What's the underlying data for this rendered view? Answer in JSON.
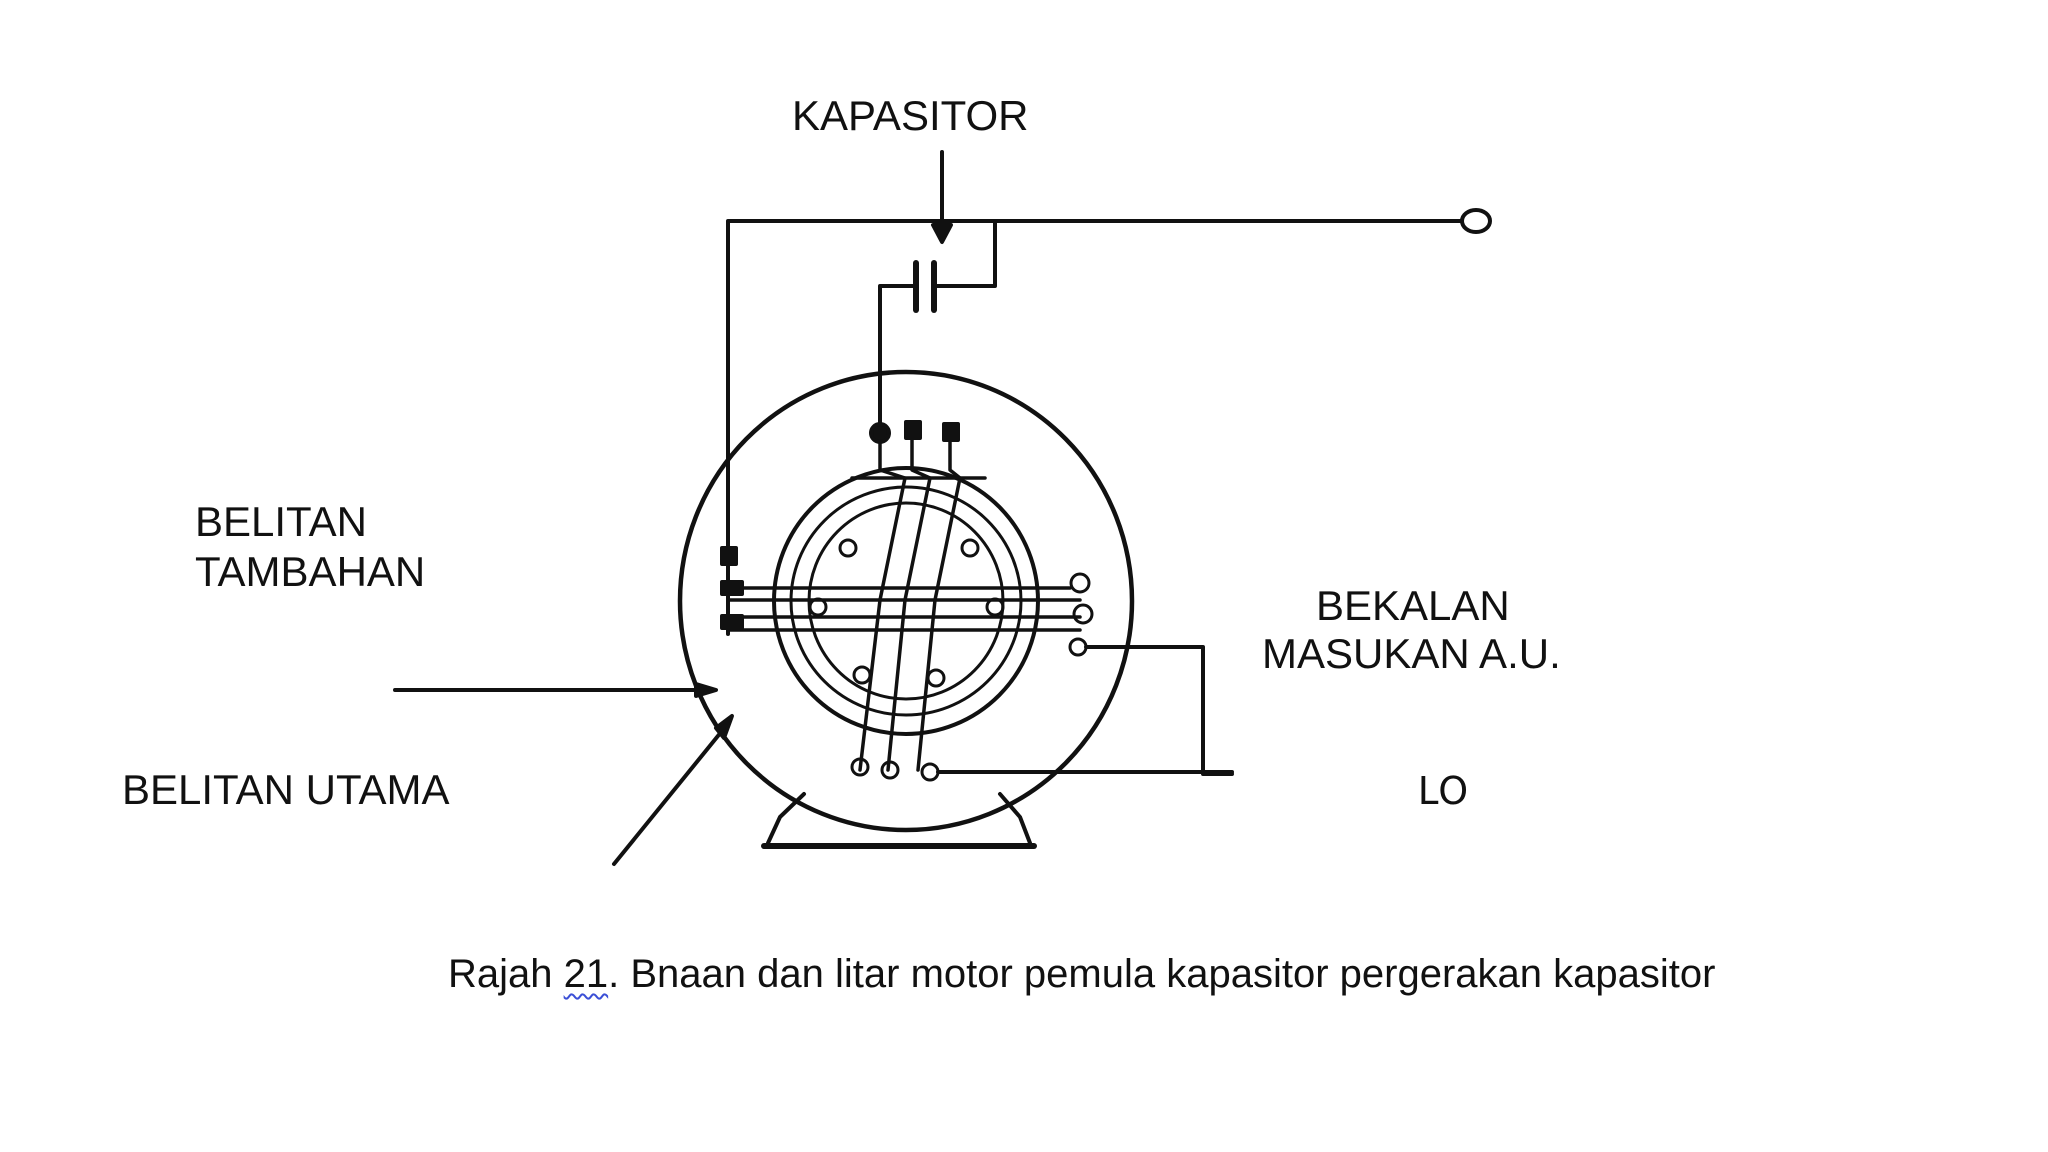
{
  "labels": {
    "kapasitor": "KAPASITOR",
    "belitan_tambahan_1": "BELITAN",
    "belitan_tambahan_2": "TAMBAHAN",
    "belitan_utama": "BELITAN UTAMA",
    "bekalan_1": "BEKALAN",
    "bekalan_2": "MASUKAN A.U.",
    "stray_mark": "ԼՕ"
  },
  "caption": {
    "prefix": "Rajah",
    "number": "21",
    "suffix": ". Bnaan dan litar motor pemula kapasitor pergerakan kapasitor"
  }
}
